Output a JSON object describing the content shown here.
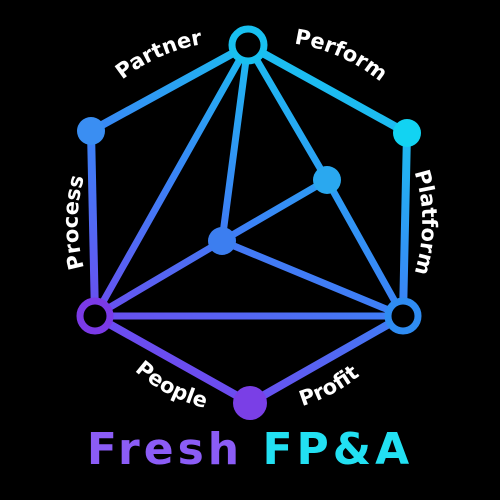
{
  "labels": {
    "partner": "Partner",
    "perform": "Perform",
    "platform": "Platform",
    "profit": "Profit",
    "people": "People",
    "process": "Process"
  },
  "brand": {
    "word1": "Fresh",
    "word2": "FP&A"
  },
  "colors": {
    "background": "#000000",
    "cyan": "#12cdef",
    "blue": "#3b82f6",
    "violet": "#7c3aed",
    "brand_word1": "#8b5cf6",
    "brand_word2": "#22e0f2",
    "label_text": "#ffffff"
  }
}
